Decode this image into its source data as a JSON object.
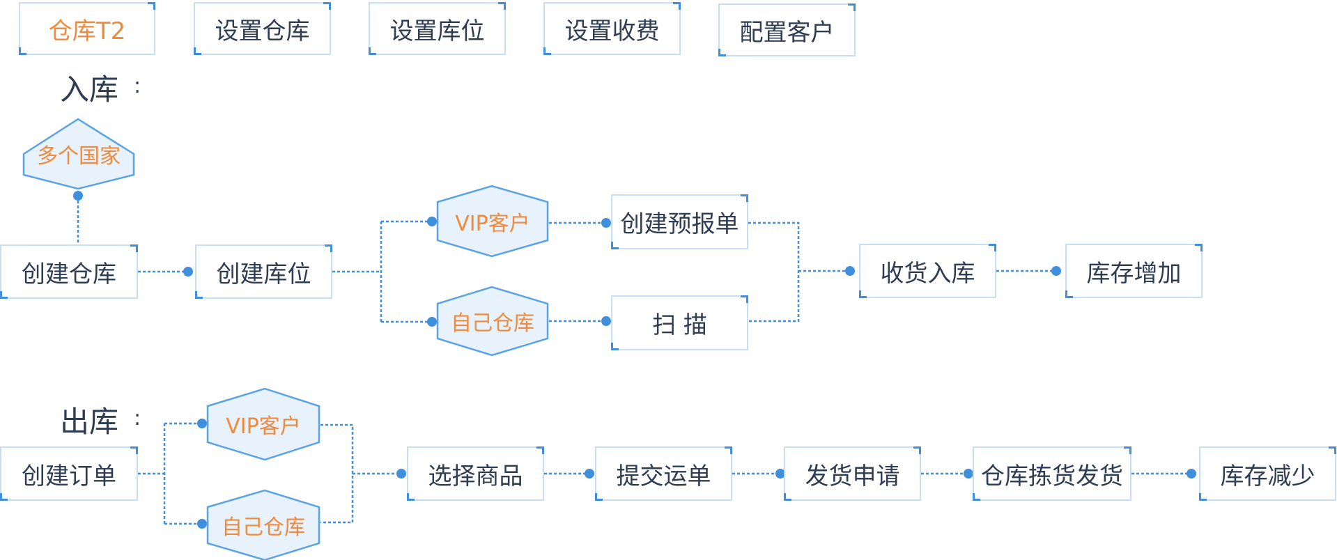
{
  "tabs": {
    "t0": "仓库T2",
    "t1": "设置仓库",
    "t2": "设置库位",
    "t3": "设置收费",
    "t4": "配置客户"
  },
  "inbound": {
    "title": "入库",
    "colon": ":",
    "multi_country": "多个国家",
    "create_warehouse": "创建仓库",
    "create_location": "创建库位",
    "vip_customer": "VIP客户",
    "own_warehouse": "自己仓库",
    "create_asn": "创建预报单",
    "scan": "扫  描",
    "receive": "收货入库",
    "stock_increase": "库存增加"
  },
  "outbound": {
    "title": "出库",
    "colon": ":",
    "create_order": "创建订单",
    "vip_customer": "VIP客户",
    "own_warehouse": "自己仓库",
    "select_goods": "选择商品",
    "submit_waybill": "提交运单",
    "ship_request": "发货申请",
    "pick_ship": "仓库拣货发货",
    "stock_decrease": "库存减少"
  },
  "colors": {
    "accent_blue": "#3f8fdc",
    "box_border": "#c7dff4",
    "hex_fill": "#e8f2fc",
    "orange_text": "#f08a3c",
    "dark_text": "#2f3d52"
  }
}
